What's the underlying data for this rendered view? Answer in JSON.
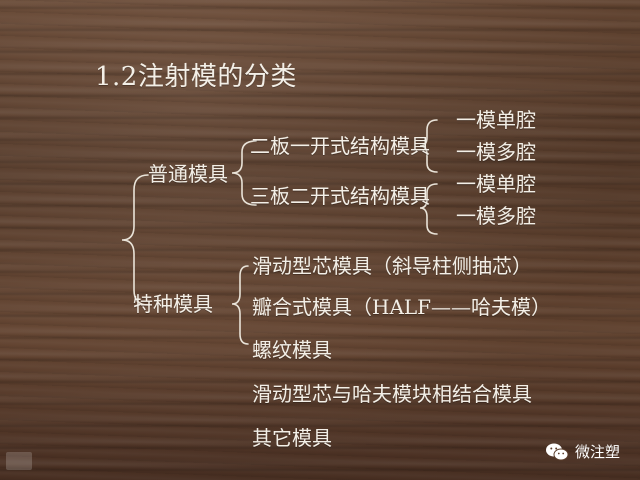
{
  "title": "1.2注射模的分类",
  "groups": [
    {
      "label": "普通模具",
      "subgroups": [
        {
          "label": "二板一开式结构模具",
          "items": [
            "一模单腔",
            "一模多腔"
          ]
        },
        {
          "label": "三板二开式结构模具",
          "items": [
            "一模单腔",
            "一模多腔"
          ]
        }
      ]
    },
    {
      "label": "特种模具",
      "items": [
        "滑动型芯模具（斜导柱侧抽芯）",
        "瓣合式模具（HALF——哈夫模）",
        "螺纹模具",
        "滑动型芯与哈夫模块相结合模具",
        "其它模具"
      ]
    }
  ],
  "watermark_brand": "微注塑",
  "icons": {
    "brand": "wechat-icon",
    "site_logo": "site-logo-icon"
  }
}
